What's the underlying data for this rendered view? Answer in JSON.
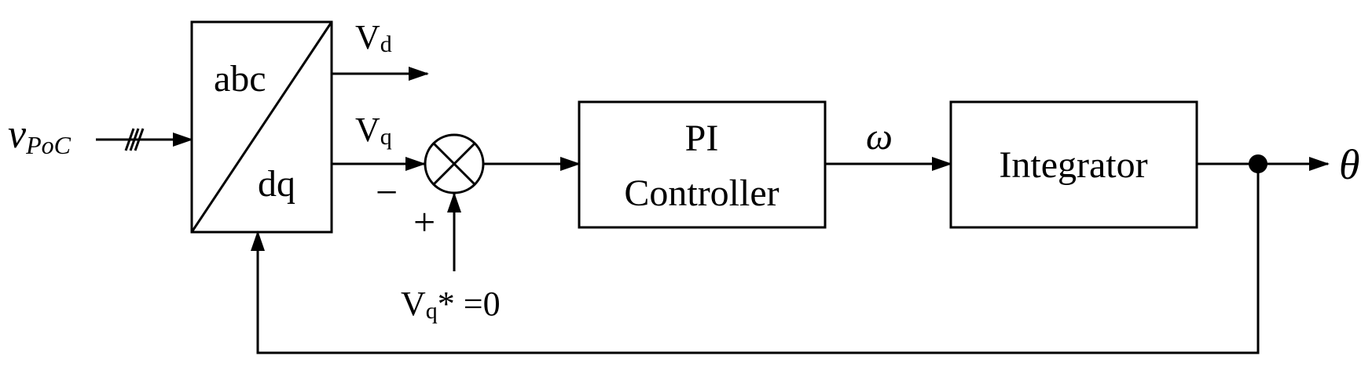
{
  "input": {
    "symbol": "v",
    "subscript": "PoC",
    "color": "#e8141b"
  },
  "transform_block": {
    "top_label": "abc",
    "bottom_label": "dq"
  },
  "signals": {
    "vd": {
      "base": "V",
      "sub": "d"
    },
    "vq": {
      "base": "V",
      "sub": "q"
    },
    "vq_ref": {
      "base": "V",
      "sub": "q",
      "suffix": "* =0"
    },
    "omega": "ω"
  },
  "summing_junction": {
    "minus_sign": "−",
    "plus_sign": "+"
  },
  "pi_controller": {
    "line1": "PI",
    "line2": "Controller"
  },
  "integrator": {
    "label": "Integrator"
  },
  "output": {
    "symbol": "θ",
    "color": "#1a8f3c"
  }
}
